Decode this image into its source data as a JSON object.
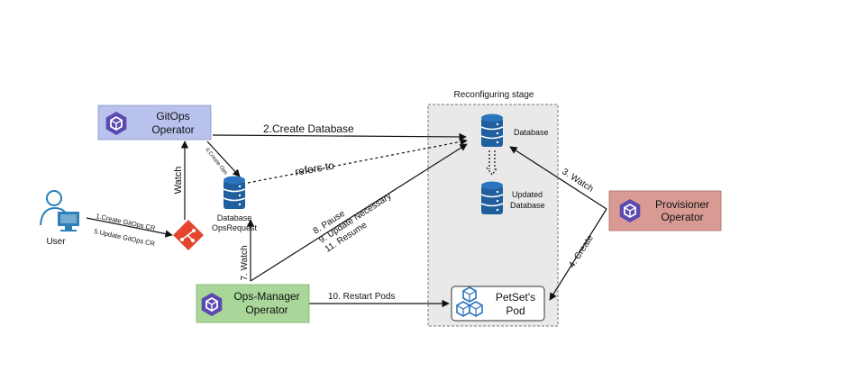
{
  "stage": {
    "title": "Reconfiguring stage"
  },
  "nodes": {
    "gitops": {
      "line1": "GitOps",
      "line2": "Operator"
    },
    "provisioner": {
      "line1": "Provisioner",
      "line2": "Operator"
    },
    "opsmanager": {
      "line1": "Ops-Manager",
      "line2": "Operator"
    },
    "petset": {
      "line1": "PetSet's",
      "line2": "Pod"
    },
    "database": {
      "label": "Database"
    },
    "updated_db": {
      "line1": "Updated",
      "line2": "Database"
    },
    "opsrequest": {
      "line1": "Database",
      "line2": "OpsRequest"
    },
    "user": {
      "label": "User"
    }
  },
  "edges": {
    "create_db": "2.Create Database",
    "refers_to": "refers to",
    "watch_gitops": "Watch",
    "create_ops": "6.Create Ops",
    "watch_ops": "7. Watch",
    "create_cr": "1.Create GitOps CR",
    "update_cr": "5.Update GitOps CR",
    "pause": "8. Pause",
    "update_necessary": "9. Update Necessary",
    "resume": "11. Resume",
    "restart_pods": "10. Restart Pods",
    "watch_prov": "3. Watch",
    "create_prov": "4. Create"
  },
  "colors": {
    "gitops_fill": "#b9c2ec",
    "provisioner_fill": "#d99a94",
    "opsmanager_fill": "#a9d79a",
    "stage_fill": "#e9e9e9",
    "icon_purple": "#5b4bb0",
    "db_blue": "#1f5f9e",
    "git_red": "#e4452f",
    "user_blue": "#2c7fb8"
  }
}
